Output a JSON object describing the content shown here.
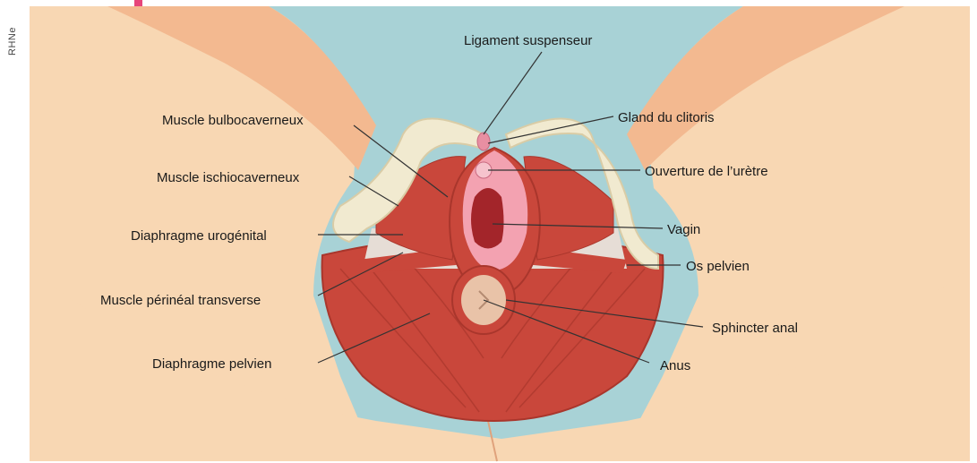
{
  "credit": "RHNe",
  "colors": {
    "background": "#a8d2d6",
    "skin": "#f8d7b3",
    "skin_dark": "#f3b990",
    "muscle": "#c9473b",
    "muscle_dark": "#a9362c",
    "bone": "#f1ead0",
    "membrane": "#e6ddd6",
    "mucosa": "#f3a2b1",
    "vagina": "#a3252a",
    "anus": "#e9c3a8",
    "accent": "#e7457a"
  },
  "labels": {
    "ligament_suspenseur": "Ligament suspenseur",
    "gland_clitoris": "Gland du clitoris",
    "ouverture_uretre": "Ouverture de l’urètre",
    "vagin": "Vagin",
    "os_pelvien": "Os pelvien",
    "sphincter_anal": "Sphincter anal",
    "anus": "Anus",
    "muscle_bulbocaverneux": "Muscle bulbocaverneux",
    "muscle_ischiocaverneux": "Muscle ischiocaverneux",
    "diaphragme_urogenital": "Diaphragme urogénital",
    "muscle_perineal_transverse": "Muscle périnéal transverse",
    "diaphragme_pelvien": "Diaphragme pelvien"
  }
}
